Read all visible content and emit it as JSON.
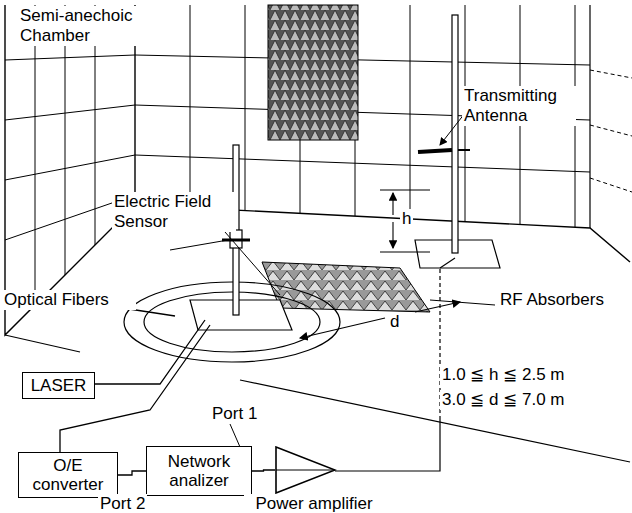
{
  "diagram": {
    "nodes": [
      {
        "text": [
          "LASER"
        ]
      },
      {
        "text": [
          "O/E converter"
        ]
      },
      {
        "text": [
          "Network analizer"
        ]
      },
      {
        "text": [
          "Power amplifier"
        ]
      }
    ],
    "edges": [
      {
        "from": 1,
        "to": 2,
        "arrow": "none"
      },
      {
        "from": 2,
        "to": 3,
        "arrow": "none"
      }
    ],
    "labels": [
      "Semi-anechoic Chamber",
      "Transmitting Antenna",
      "Electric Field Sensor",
      "Optical Fibers",
      "RF Absorbers",
      "h",
      "d",
      "1.0 ≦ h ≦ 2.5 m",
      "3.0 ≦ d ≦ 7.0 m",
      "Port 1",
      "Port 2"
    ]
  }
}
